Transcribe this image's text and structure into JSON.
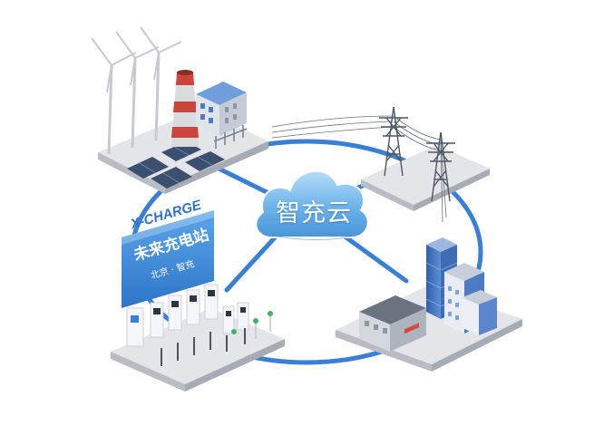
{
  "cloud": {
    "label": "智充云"
  },
  "charging_station": {
    "brand": "X-CHARGE",
    "title": "未来充电站",
    "subtitle": "北京 · 智充"
  },
  "colors": {
    "ring": "#3a7fd6",
    "cloud_fill": "#64aee9",
    "cloud_light": "#a9d5f6",
    "platform_top": "#e3e4e7",
    "platform_side": "#b8bbc2",
    "tower_steel": "#5b6470",
    "building_blue": "#4d7ac4",
    "chimney_red": "#c8463c"
  },
  "nodes": [
    {
      "name": "power-plant-node",
      "icon": "power-plant-icon"
    },
    {
      "name": "transmission-grid-node",
      "icon": "pylon-icon"
    },
    {
      "name": "city-buildings-node",
      "icon": "building-icon"
    },
    {
      "name": "charging-station-node",
      "icon": "ev-charger-icon"
    }
  ]
}
